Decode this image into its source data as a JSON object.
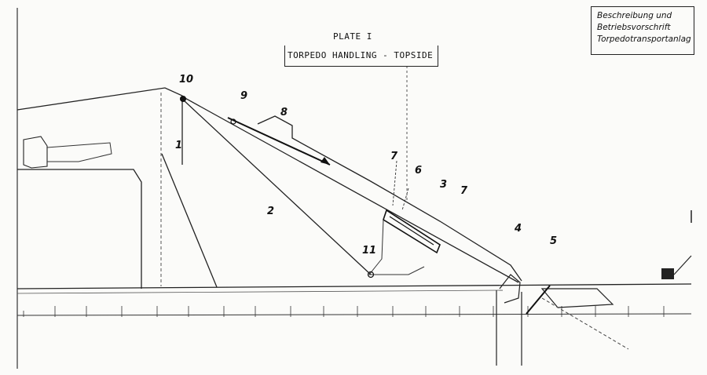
{
  "plate": {
    "label": "PLATE I",
    "title": "TORPEDO HANDLING - TOPSIDE"
  },
  "stamp": {
    "lines": [
      "Beschreibung und",
      "Betriebsvorschrift",
      "Torpedotransportanlag"
    ]
  },
  "callouts": [
    "1",
    "2",
    "3",
    "4",
    "5",
    "6",
    "7",
    "7",
    "8",
    "9",
    "10",
    "11"
  ],
  "wall_note": "...",
  "colors": {
    "ink": "#111111",
    "paper": "#fbfbf9",
    "faint": "#8a8a8a"
  }
}
